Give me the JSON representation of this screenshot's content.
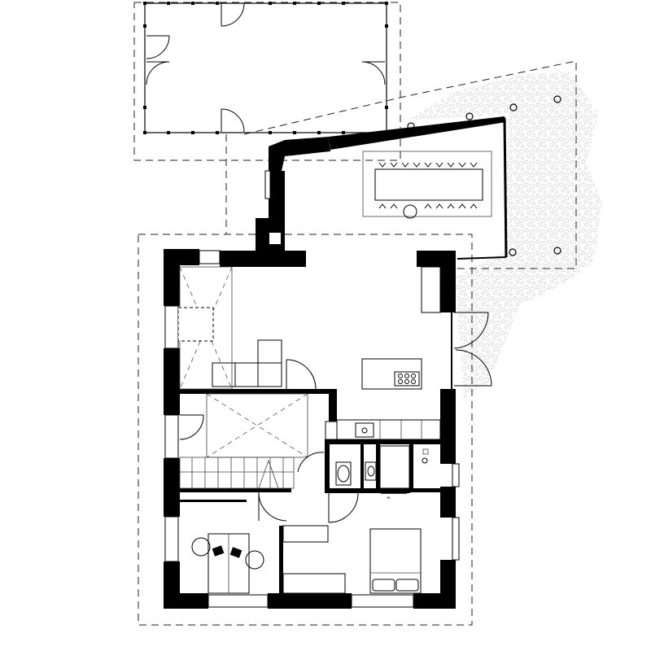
{
  "drawing": {
    "kind": "architectural floor plan",
    "colors": {
      "wall": "#000000",
      "line": "#000000",
      "background": "#ffffff",
      "gravel": "#9a9a9a"
    },
    "areas": [
      "pavilion",
      "terrace",
      "dining-table",
      "living-kitchen",
      "void-over-hall",
      "staircase",
      "bathroom",
      "study",
      "bedroom"
    ],
    "icons": [
      "door-swing-icon",
      "window-icon",
      "hob-icon",
      "sink-icon",
      "toilet-icon",
      "chair-icon",
      "bed-icon",
      "lamp-icon"
    ]
  }
}
